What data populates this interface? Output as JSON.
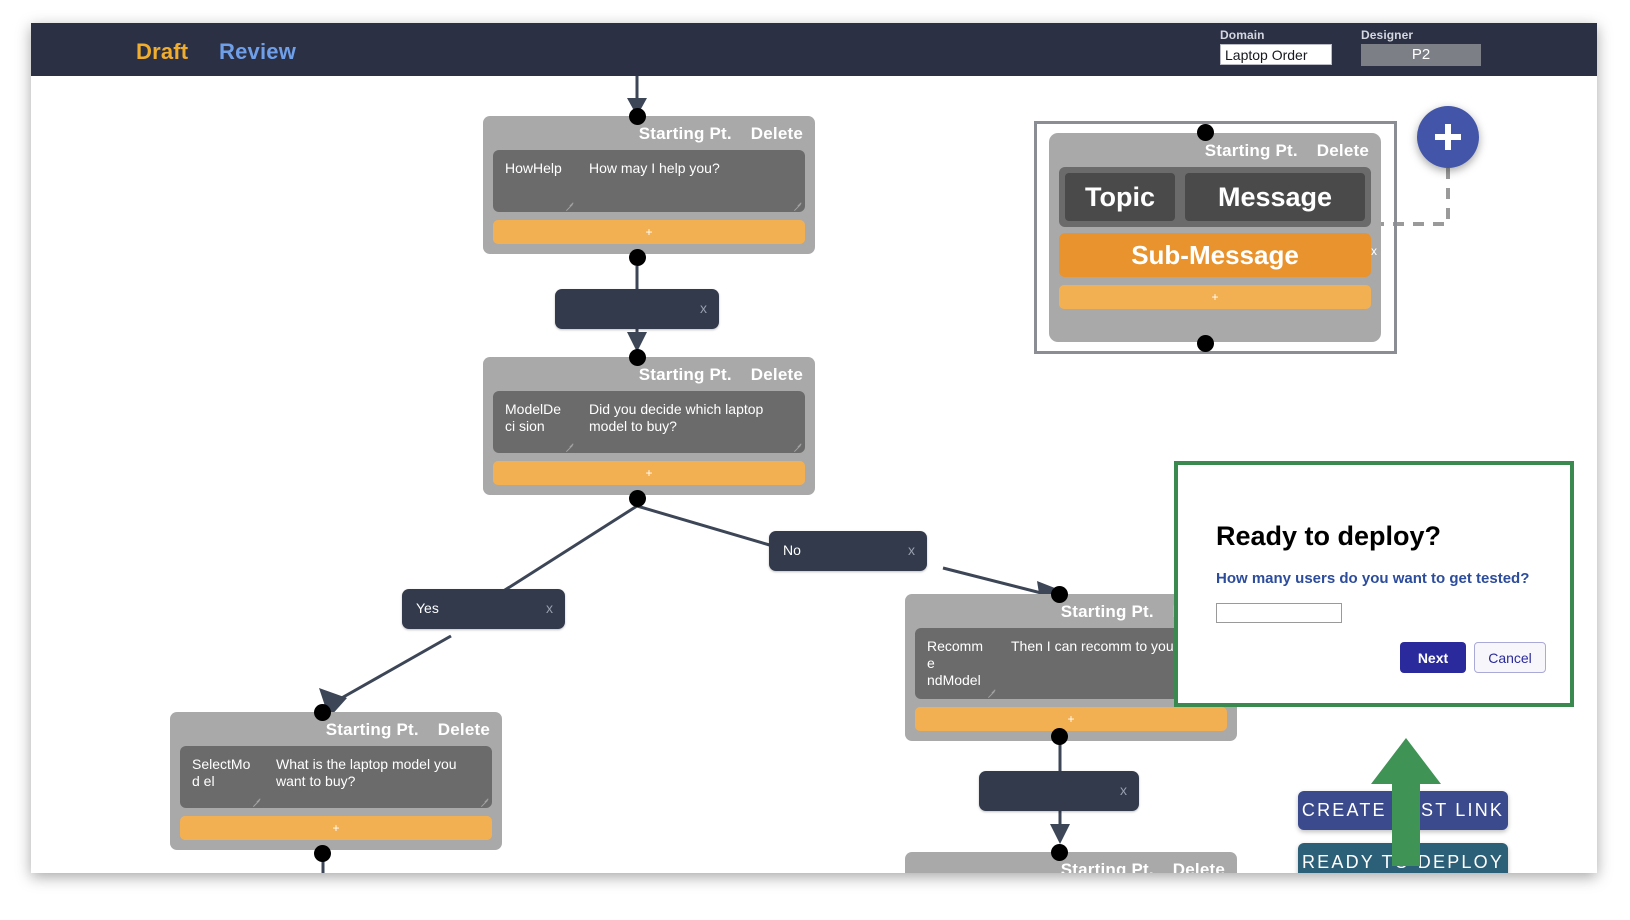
{
  "topbar": {
    "nav": {
      "draft": "Draft",
      "review": "Review"
    },
    "domain": {
      "label": "Domain",
      "value": "Laptop Order"
    },
    "designer": {
      "label": "Designer",
      "value": "P2"
    },
    "colors": {
      "background": "#2b3044",
      "draft": "#f0ad2e",
      "review": "#6f9fe8"
    }
  },
  "canvas": {
    "card_header": {
      "starting_point": "Starting Pt.",
      "delete": "Delete"
    },
    "add_bar_label": "+",
    "close_label": "x",
    "nodes": [
      {
        "key": "HowHelp",
        "value": "How may I help you?"
      },
      {
        "key": "ModelDeci sion",
        "value": "Did you decide which laptop model to buy?"
      },
      {
        "key": "SelectMod el",
        "value": "What is the laptop model you want to buy?"
      },
      {
        "key": "Recomme ndModel",
        "value": "Then I can recomm to you."
      }
    ],
    "transitions": [
      {
        "label": ""
      },
      {
        "label": "Yes"
      },
      {
        "label": "No"
      },
      {
        "label": ""
      }
    ],
    "selected_card": {
      "topic": "Topic",
      "message": "Message",
      "sub_message": "Sub-Message",
      "close_label": "x",
      "add_label": "+"
    },
    "fab": {
      "name": "add-node-fab",
      "glyph": "+"
    },
    "colors": {
      "card": "#a9a9a9",
      "card_body": "#6b6b6b",
      "add_bar": "#f3b052",
      "sub_message": "#e8932e",
      "pill": "#323a4c",
      "edge": "#3c4656",
      "fab": "#4355a8"
    }
  },
  "dialog": {
    "title": "Ready to deploy?",
    "subtitle": "How many users do you want to get tested?",
    "input_value": "",
    "next_label": "Next",
    "cancel_label": "Cancel",
    "border_color": "#3a8a4f"
  },
  "actions": {
    "create_test_link": "CREATE TEST LINK",
    "ready_to_deploy": "READY TO DEPLOY",
    "arrow_color": "#3f9354"
  }
}
